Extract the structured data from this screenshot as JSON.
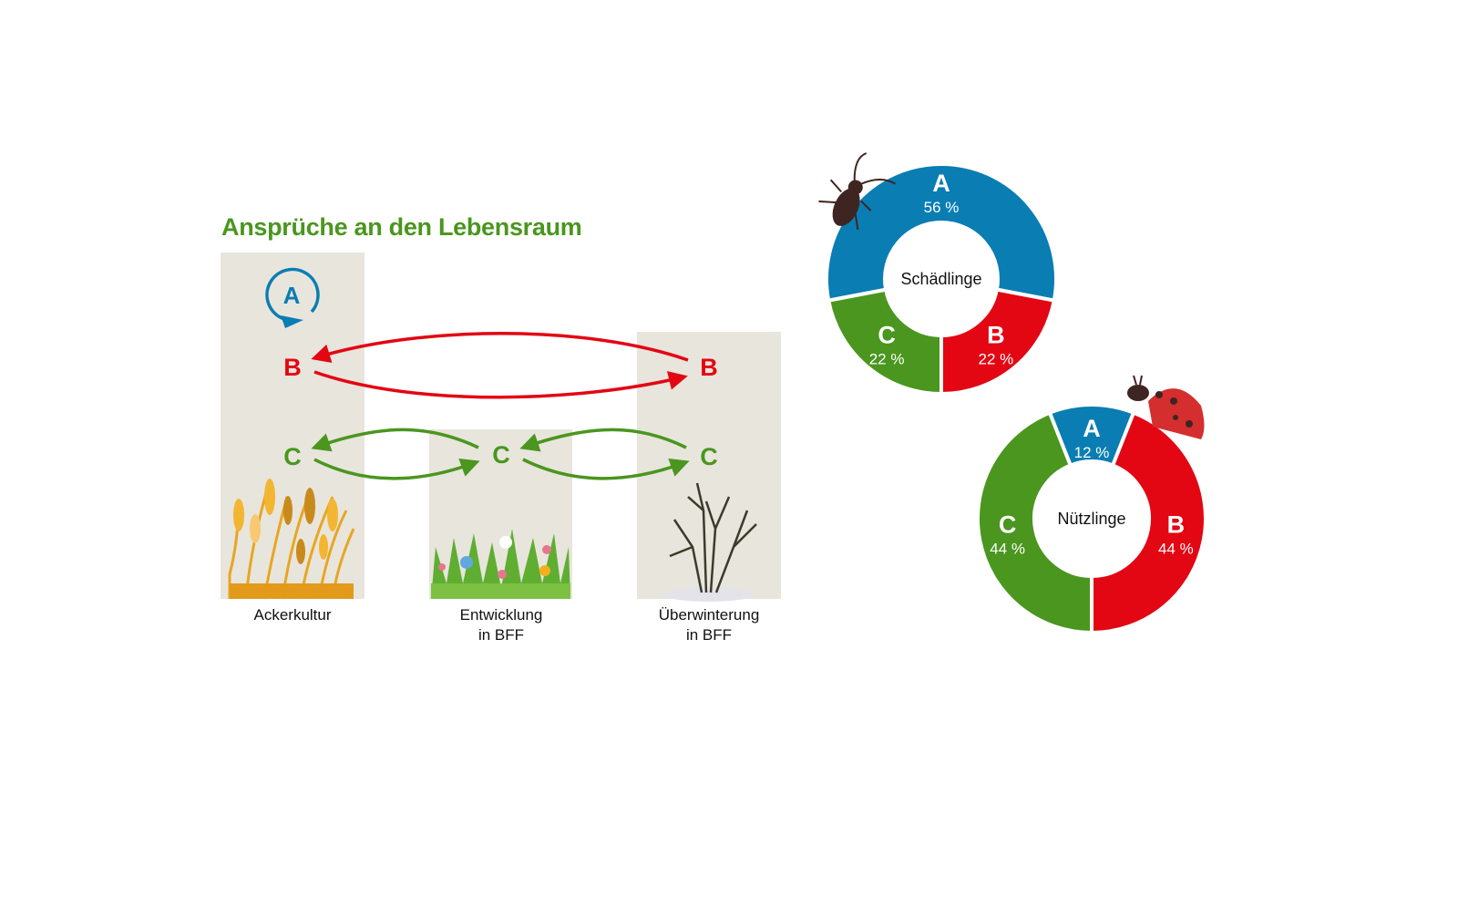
{
  "title": "Ansprüche an den Lebensraum",
  "habitats": [
    {
      "line1": "Ackerkultur",
      "line2": ""
    },
    {
      "line1": "Entwicklung",
      "line2": "in BFF"
    },
    {
      "line1": "Überwinterung",
      "line2": "in BFF"
    }
  ],
  "letters": {
    "a": "A",
    "b": "B",
    "c": "C"
  },
  "colors": {
    "A": "#0a7db3",
    "B": "#e30613",
    "C": "#4a961f",
    "panel": "#e8e5dc"
  },
  "chart_data": [
    {
      "type": "pie",
      "title": "Schädlinge",
      "icon": "beetle-icon",
      "slices": [
        {
          "label": "C",
          "value": 22,
          "text": "22 %"
        },
        {
          "label": "A",
          "value": 56,
          "text": "56 %"
        },
        {
          "label": "B",
          "value": 22,
          "text": "22 %"
        }
      ]
    },
    {
      "type": "pie",
      "title": "Nützlinge",
      "icon": "ladybug-icon",
      "slices": [
        {
          "label": "C",
          "value": 44,
          "text": "44 %"
        },
        {
          "label": "A",
          "value": 12,
          "text": "12 %"
        },
        {
          "label": "B",
          "value": 44,
          "text": "44 %"
        }
      ]
    }
  ]
}
